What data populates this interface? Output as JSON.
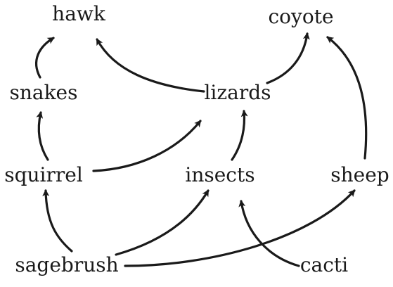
{
  "nodes": [
    {
      "id": "hawk",
      "label": "hawk"
    },
    {
      "id": "coyote",
      "label": "coyote"
    },
    {
      "id": "snakes",
      "label": "snakes"
    },
    {
      "id": "lizards",
      "label": "lizards"
    },
    {
      "id": "squirrel",
      "label": "squirrel"
    },
    {
      "id": "insects",
      "label": "insects"
    },
    {
      "id": "sheep",
      "label": "sheep"
    },
    {
      "id": "sagebrush",
      "label": "sagebrush"
    },
    {
      "id": "cacti",
      "label": "cacti"
    }
  ],
  "edges": [
    {
      "from": "snakes",
      "to": "hawk"
    },
    {
      "from": "lizards",
      "to": "hawk"
    },
    {
      "from": "lizards",
      "to": "coyote"
    },
    {
      "from": "sheep",
      "to": "coyote"
    },
    {
      "from": "squirrel",
      "to": "snakes"
    },
    {
      "from": "squirrel",
      "to": "lizards"
    },
    {
      "from": "insects",
      "to": "lizards"
    },
    {
      "from": "sagebrush",
      "to": "squirrel"
    },
    {
      "from": "sagebrush",
      "to": "insects"
    },
    {
      "from": "sagebrush",
      "to": "sheep"
    },
    {
      "from": "cacti",
      "to": "insects"
    }
  ],
  "colors": {
    "ink": "#1a1a1a",
    "background": "#ffffff"
  }
}
